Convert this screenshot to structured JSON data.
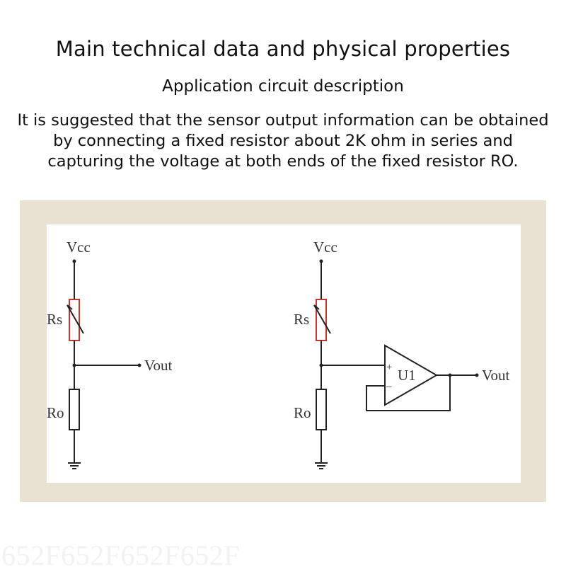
{
  "header": {
    "title": "Main technical data and physical properties",
    "subtitle": "Application circuit description"
  },
  "description": "It is suggested that the sensor output information can be obtained by connecting a fixed resistor about 2K ohm in series and capturing the voltage at both ends of the fixed resistor RO.",
  "circuit_left": {
    "supply_label": "Vcc",
    "sensor_resistor_label": "Rs",
    "fixed_resistor_label": "Ro",
    "output_label": "Vout"
  },
  "circuit_right": {
    "supply_label": "Vcc",
    "sensor_resistor_label": "Rs",
    "fixed_resistor_label": "Ro",
    "opamp_label": "U1",
    "opamp_plus": "+",
    "opamp_minus": "_",
    "output_label": "Vout"
  },
  "watermark": "652F652F652F652F",
  "colors": {
    "panel_background": "#e9e2d3",
    "sensor_resistor": "#c0392b",
    "wire": "#222222"
  }
}
